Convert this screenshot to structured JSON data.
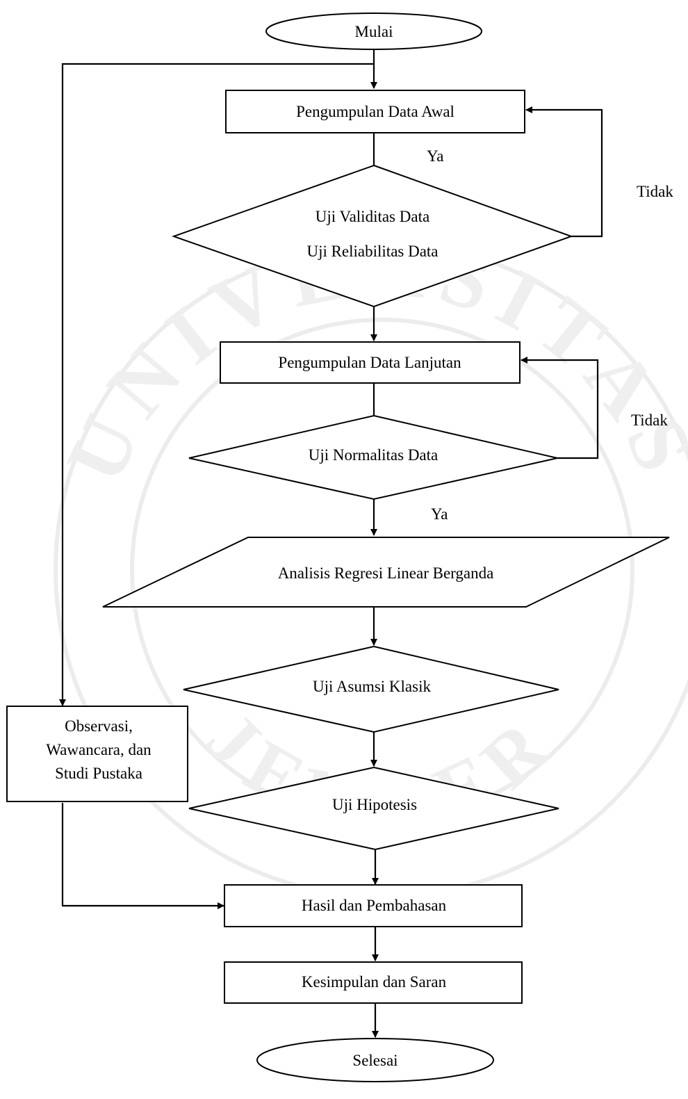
{
  "nodes": {
    "start": "Mulai",
    "initial_data": "Pengumpulan Data Awal",
    "validity_test": "Uji Validitas Data",
    "reliability_test": "Uji Reliabilitas Data",
    "further_data": "Pengumpulan Data Lanjutan",
    "normality_test": "Uji Normalitas Data",
    "regression": "Analisis Regresi Linear Berganda",
    "classic_assumption": "Uji Asumsi Klasik",
    "hypothesis": "Uji Hipotesis",
    "observation_line1": "Observasi,",
    "observation_line2": "Wawancara, dan",
    "observation_line3": "Studi Pustaka",
    "results": "Hasil dan Pembahasan",
    "conclusion": "Kesimpulan dan Saran",
    "end": "Selesai"
  },
  "labels": {
    "yes_1": "Ya",
    "no_1": "Tidak",
    "no_2": "Tidak",
    "yes_2": "Ya"
  },
  "watermark": {
    "arc_text_top": "UNIVERSITAS",
    "arc_text_bottom": "JEMBER",
    "color": "#ececec"
  }
}
